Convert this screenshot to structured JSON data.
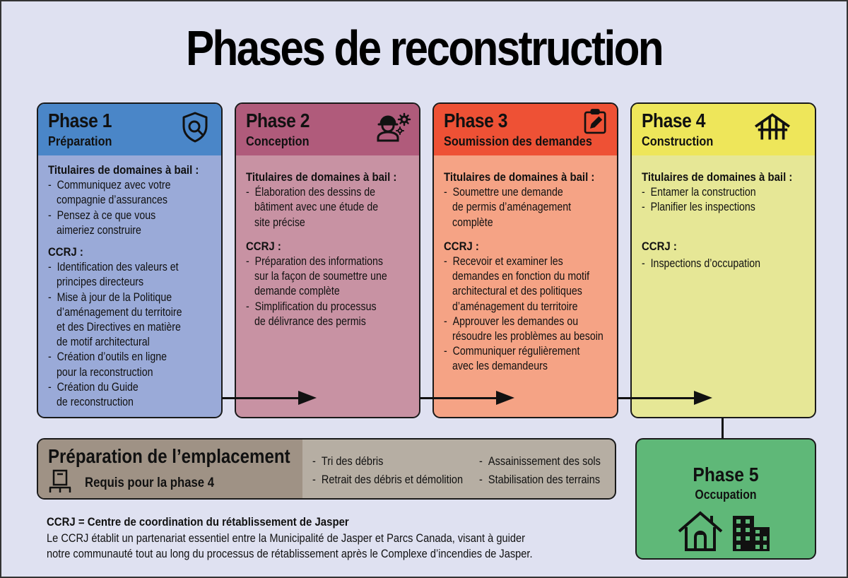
{
  "title": "Phases de reconstruction",
  "colors": {
    "background": "#dfe1f1",
    "phase1_header": "#4a86c8",
    "phase1_body": "#9aaad8",
    "phase2_header": "#b05b7b",
    "phase2_body": "#c892a3",
    "phase3_header": "#ee5135",
    "phase3_body": "#f5a385",
    "phase4_header": "#eee65a",
    "phase4_body": "#e6e796",
    "phase5": "#5fb878",
    "site_prep_left": "#9f9285",
    "site_prep_right": "#b6aea3"
  },
  "phases": [
    {
      "number": "Phase 1",
      "name": "Préparation",
      "icon": "shield-search-icon",
      "leaseholders_heading": "Titulaires de domaines à bail :",
      "leaseholders": [
        "Communiquez avec votre",
        "compagnie d’assurances",
        "Pensez à ce que vous",
        "aimeriez construire"
      ],
      "ccrj_heading": "CCRJ :",
      "ccrj": [
        "Identification des valeurs et",
        "principes directeurs",
        "Mise à jour de la Politique",
        "d’aménagement du territoire",
        "et des Directives en matière",
        "de motif architectural",
        "Création d’outils en ligne",
        "pour la reconstruction",
        "Création du Guide",
        "de reconstruction"
      ]
    },
    {
      "number": "Phase 2",
      "name": "Conception",
      "icon": "engineer-gears-icon",
      "leaseholders_heading": "Titulaires de domaines à bail :",
      "leaseholders": [
        "Élaboration des dessins de",
        "bâtiment avec une étude de",
        "site précise"
      ],
      "ccrj_heading": "CCRJ :",
      "ccrj": [
        "Préparation des informations",
        "sur la façon de soumettre une",
        "demande complète",
        "Simplification du processus",
        "de délivrance des permis"
      ]
    },
    {
      "number": "Phase 3",
      "name": "Soumission des demandes",
      "icon": "clipboard-pencil-icon",
      "leaseholders_heading": "Titulaires de domaines à bail :",
      "leaseholders": [
        "Soumettre une demande",
        "de permis d’aménagement",
        "complète"
      ],
      "ccrj_heading": "CCRJ :",
      "ccrj": [
        "Recevoir et examiner les",
        "demandes en fonction du motif",
        "architectural et des politiques",
        "d’aménagement du territoire",
        "Approuver les demandes ou",
        "résoudre les problèmes au besoin",
        "Communiquer régulièrement",
        "avec les demandeurs"
      ]
    },
    {
      "number": "Phase 4",
      "name": "Construction",
      "icon": "house-frame-icon",
      "leaseholders_heading": "Titulaires de domaines à bail :",
      "leaseholders": [
        "Entamer la construction",
        "Planifier les inspections"
      ],
      "ccrj_heading": "CCRJ :",
      "ccrj": [
        "Inspections d’occupation"
      ]
    }
  ],
  "site_prep": {
    "title": "Préparation de l’emplacement",
    "required": "Requis pour la phase 4",
    "icon": "pallet-box-icon",
    "col1": [
      "Tri des débris",
      "Retrait des débris et démolition"
    ],
    "col2": [
      "Assainissement des sols",
      "Stabilisation des terrains"
    ]
  },
  "phase5": {
    "number": "Phase 5",
    "name": "Occupation",
    "icons": [
      "house-icon",
      "building-icon"
    ]
  },
  "footer": {
    "heading": "CCRJ = Centre de coordination du rétablissement de Jasper",
    "line1": "Le CCRJ établit un partenariat essentiel entre la Municipalité de Jasper et Parcs Canada, visant à guider",
    "line2": "notre communauté tout au long du processus de rétablissement après le Complexe d’incendies de Jasper."
  }
}
